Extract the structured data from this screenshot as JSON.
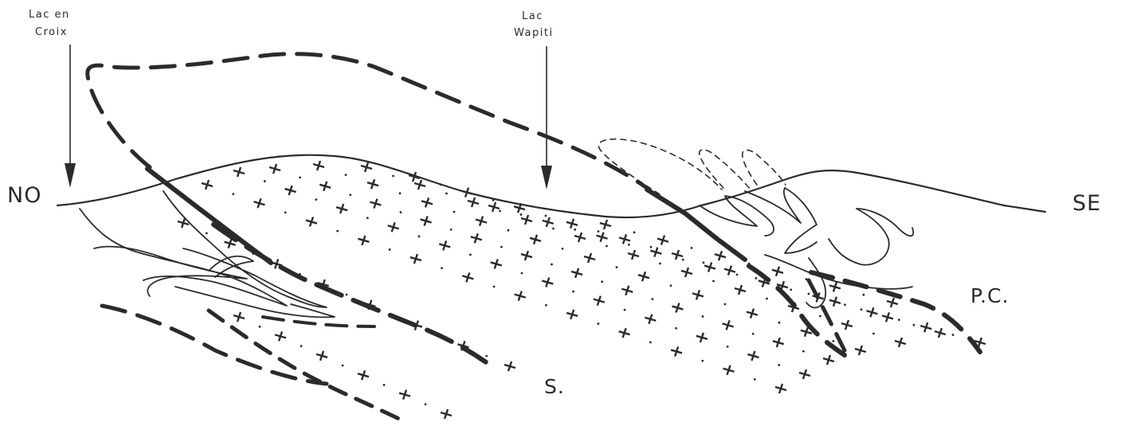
{
  "labels": {
    "lac_en_croix_1": "Lac en",
    "lac_en_croix_2": "Croix",
    "lac_wapiti_1": "Lac",
    "lac_wapiti_2": "Wapiti",
    "no": "NO",
    "se": "SE",
    "pc": "P.C.",
    "s": "S."
  },
  "colors": {
    "ink": "#2b2b2b",
    "background": "#ffffff"
  }
}
